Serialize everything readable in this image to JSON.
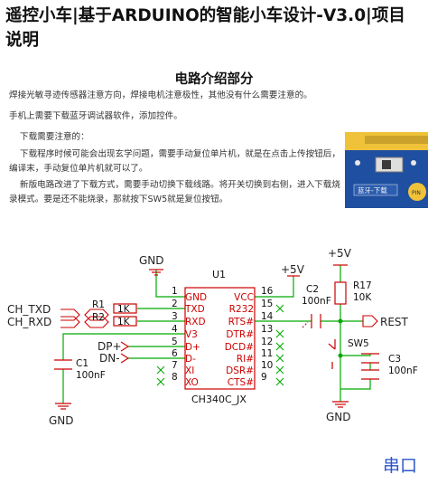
{
  "article": {
    "title_line1": "遥控小车|基于ARDUINO的智能小车设计-V3.0|项目",
    "title_line2": "说明",
    "section_title": "电路介绍部分",
    "para1": "焊接光敏寻迹传感器注意方向，焊接电机注意极性，其他没有什么需要注意的。",
    "para2": "手机上需要下载蓝牙调试器软件，添加控件。",
    "para3": "下载需要注意的：",
    "para4a": "下载程序时候可能会出现玄学问题，需要手动复位单片机，就是在点击上传按钮后，",
    "para4b": "编译末，手动复位单片机就可以了。",
    "para5a": "新版电路改进了下载方式，需要手动切换下载线路。将开关切换到右侧，进入下载烧",
    "para5b": "录模式。要是还不能烧录，那就按下SW5就是复位按钮。",
    "photo_text1": "蓝牙-下载",
    "photo_text2": "PIN",
    "caption": "串口"
  },
  "schematic": {
    "gnd_top": "GND",
    "ic_ref": "U1",
    "ic_name": "CH340C_JX",
    "vcc_mid": "+5V",
    "vcc_right": "+5V",
    "pins_left": [
      {
        "num": "1",
        "name": "GND"
      },
      {
        "num": "2",
        "name": "TXD"
      },
      {
        "num": "3",
        "name": "RXD"
      },
      {
        "num": "4",
        "name": "V3"
      },
      {
        "num": "5",
        "name": "D+"
      },
      {
        "num": "6",
        "name": "D-"
      },
      {
        "num": "7",
        "name": "XI"
      },
      {
        "num": "8",
        "name": "XO"
      }
    ],
    "pins_right": [
      {
        "num": "16",
        "name": "VCC"
      },
      {
        "num": "15",
        "name": "R232"
      },
      {
        "num": "14",
        "name": "RTS#"
      },
      {
        "num": "13",
        "name": "DTR#"
      },
      {
        "num": "12",
        "name": "DCD#"
      },
      {
        "num": "11",
        "name": "RI#"
      },
      {
        "num": "10",
        "name": "DSR#"
      },
      {
        "num": "9",
        "name": "CTS#"
      }
    ],
    "net_ch_txd": "CH_TXD",
    "net_ch_rxd": "CH_RXD",
    "r1_ref": "R1",
    "r2_ref": "R2",
    "r1_val": "1K",
    "r2_val": "1K",
    "net_dp": "DP+",
    "net_dn": "DN-",
    "c1_ref": "C1",
    "c1_val": "100nF",
    "gnd_left": "GND",
    "c2_ref": "C2",
    "c2_val": "100nF",
    "r17_ref": "R17",
    "r17_val": "10K",
    "net_rest": "REST",
    "sw5_ref": "SW5",
    "c3_ref": "C3",
    "c3_val": "100nF",
    "gnd_right": "GND"
  }
}
